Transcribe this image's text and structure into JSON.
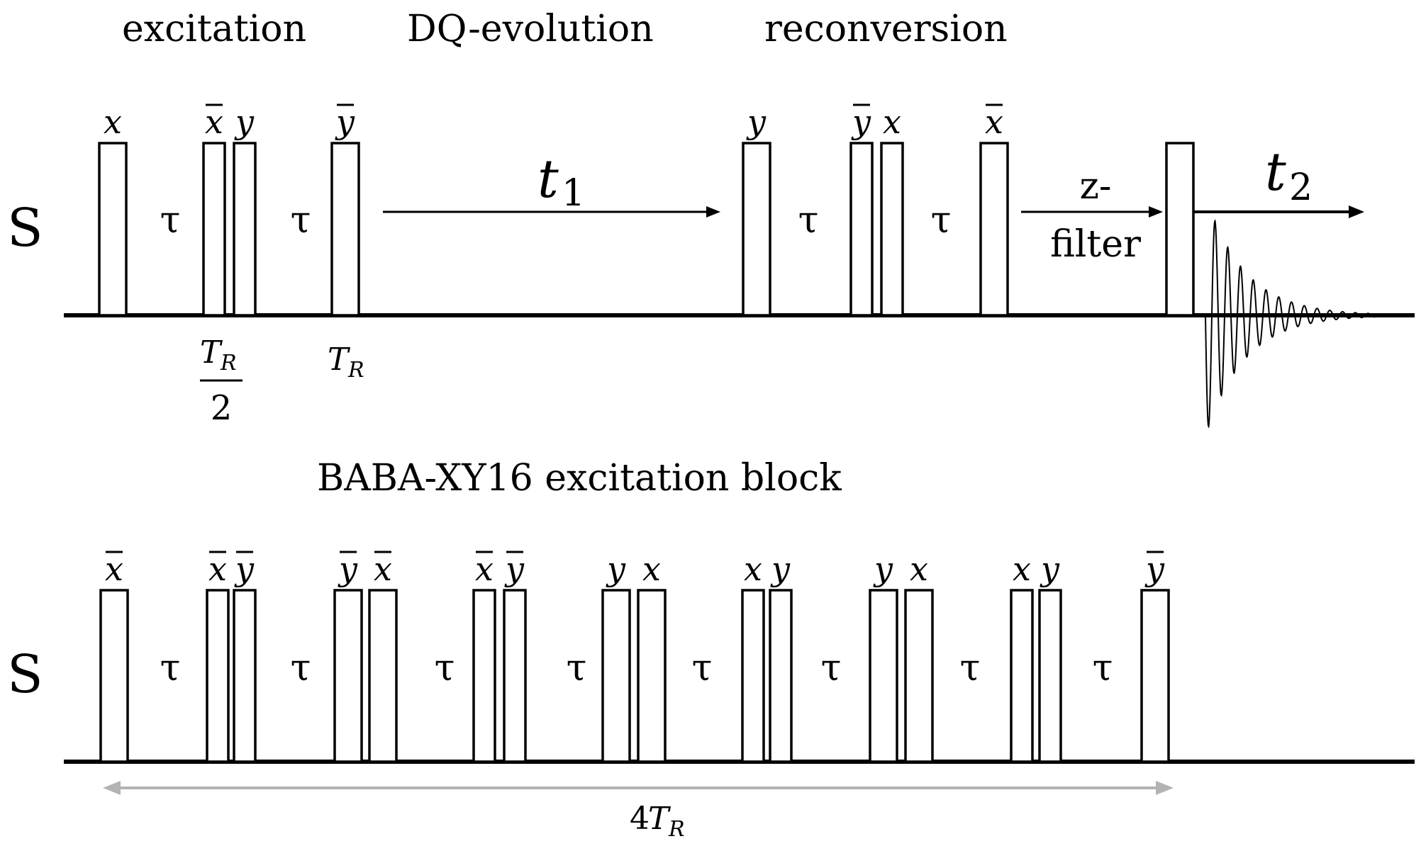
{
  "top": {
    "section_labels": {
      "excitation": "excitation",
      "dq_evolution": "DQ-evolution",
      "reconversion": "reconversion"
    },
    "channel": "S",
    "pulses": [
      {
        "phase": "x",
        "bar": false
      },
      {
        "phase": "x",
        "bar": true
      },
      {
        "phase": "y",
        "bar": false
      },
      {
        "phase": "y",
        "bar": true
      },
      {
        "phase": "y",
        "bar": false
      },
      {
        "phase": "y",
        "bar": true
      },
      {
        "phase": "x",
        "bar": false
      },
      {
        "phase": "x",
        "bar": true
      },
      {
        "phase": "",
        "bar": false
      }
    ],
    "tau": "τ",
    "t1": {
      "base": "t",
      "sub": "1"
    },
    "t2": {
      "base": "t",
      "sub": "2"
    },
    "zfilter": {
      "line1": "z-",
      "line2": "filter"
    },
    "tr_half": {
      "num": "T",
      "num_sub": "R",
      "den": "2"
    },
    "tr": {
      "base": "T",
      "sub": "R"
    }
  },
  "bottom": {
    "title": "BABA-XY16 excitation block",
    "channel": "S",
    "pulses": [
      {
        "phase": "x",
        "bar": true
      },
      {
        "phase": "x",
        "bar": true
      },
      {
        "phase": "y",
        "bar": true
      },
      {
        "phase": "y",
        "bar": true
      },
      {
        "phase": "x",
        "bar": true
      },
      {
        "phase": "x",
        "bar": true
      },
      {
        "phase": "y",
        "bar": true
      },
      {
        "phase": "y",
        "bar": false
      },
      {
        "phase": "x",
        "bar": false
      },
      {
        "phase": "x",
        "bar": false
      },
      {
        "phase": "y",
        "bar": false
      },
      {
        "phase": "y",
        "bar": false
      },
      {
        "phase": "x",
        "bar": false
      },
      {
        "phase": "x",
        "bar": false
      },
      {
        "phase": "y",
        "bar": false
      },
      {
        "phase": "y",
        "bar": true
      }
    ],
    "tau": "τ",
    "span": {
      "prefix": "4",
      "base": "T",
      "sub": "R"
    }
  }
}
